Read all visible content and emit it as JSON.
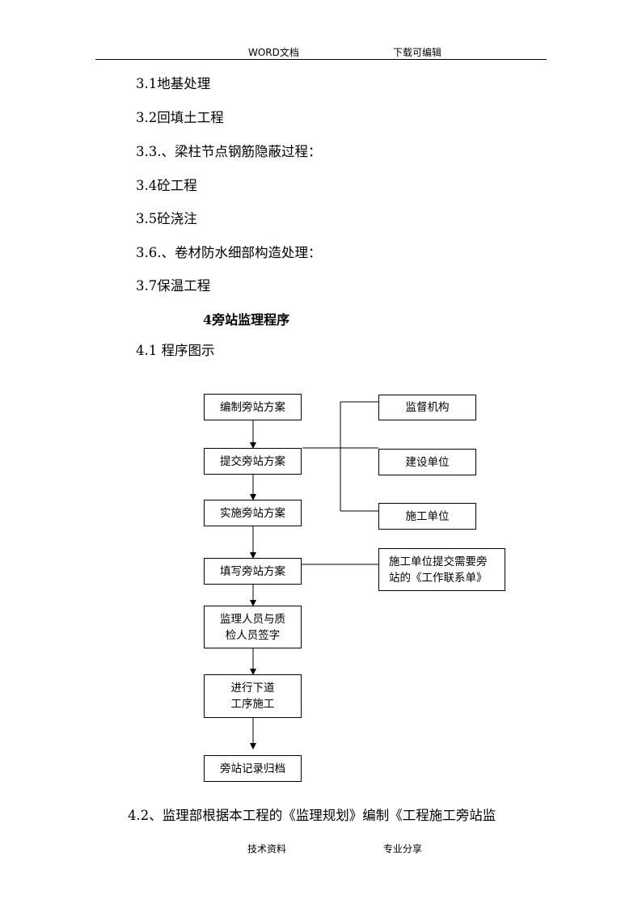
{
  "header": {
    "left": "WORD文档",
    "right": "下载可编辑"
  },
  "body": {
    "items": [
      "3.1地基处理",
      "3.2回填土工程",
      "3.3.、梁柱节点钢筋隐蔽过程：",
      "3.4砼工程",
      "3.5砼浇注",
      "3.6.、卷材防水细部构造处理：",
      "3.7保温工程"
    ],
    "section_heading": "4旁站监理程序",
    "subsection": "4.1  程序图示",
    "closing_line": "4.2、监理部根据本工程的《监理规划》编制《工程施工旁站监"
  },
  "flowchart": {
    "main_steps": [
      "编制旁站方案",
      "提交旁站方案",
      "实施旁站方案",
      "填写旁站方案",
      "监理人员与质\n检人员签字",
      "进行下道\n工序施工",
      "旁站记录归档"
    ],
    "side_boxes": [
      "监督机构",
      "建设单位",
      "施工单位",
      "施工单位提交需要旁\n站的《工作联系单》"
    ]
  },
  "footer": {
    "left": "技术资料",
    "right": "专业分享"
  }
}
